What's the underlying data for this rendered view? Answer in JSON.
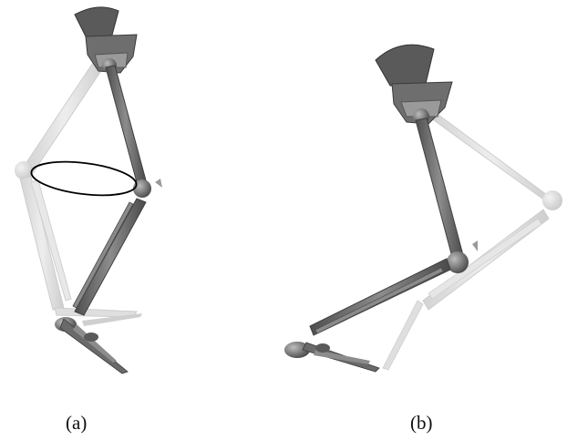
{
  "panels": [
    {
      "id": "a",
      "label": "(a)"
    },
    {
      "id": "b",
      "label": "(b)"
    }
  ],
  "colors": {
    "bone_dark": "#5f5f5f",
    "bone_mid": "#8a8a8a",
    "bone_ghost": "#d9d9d9",
    "highlight": "#b5b5b5",
    "annotation": "#000000"
  }
}
